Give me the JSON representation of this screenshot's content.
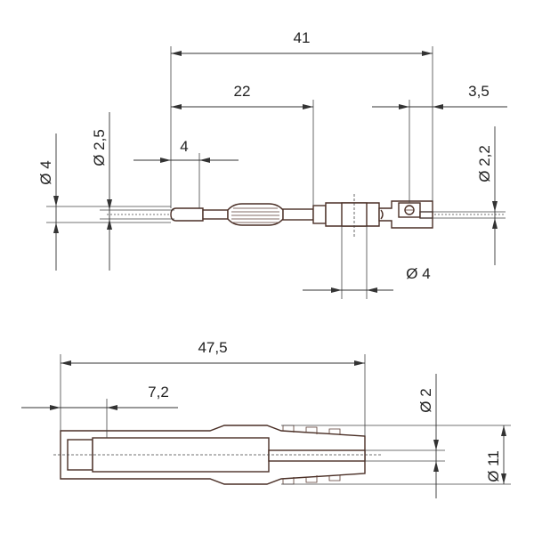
{
  "upper_view": {
    "dim_overall": "41",
    "dim_body": "22",
    "dim_tip": "4",
    "dim_screw": "3,5",
    "dim_pin_dia": "Ø 4",
    "dim_tip_dia": "Ø 2,5",
    "dim_hole_dia": "Ø 2,2",
    "dim_cross_hole": "Ø 4"
  },
  "lower_view": {
    "dim_length": "47,5",
    "dim_offset": "7,2",
    "dim_bore": "Ø 2",
    "dim_outer": "Ø 11"
  },
  "colors": {
    "outline": "#4a2f26",
    "dimension": "#333333"
  }
}
